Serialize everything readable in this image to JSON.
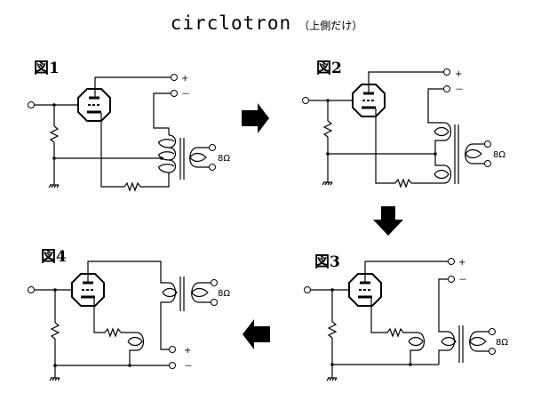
{
  "title": {
    "main": "circlotron",
    "sub": "（上側だけ）"
  },
  "figures": [
    {
      "label": "図1",
      "terminals": {
        "plus": "+",
        "minus": "－"
      },
      "load": "8Ω"
    },
    {
      "label": "図2",
      "terminals": {
        "plus": "+",
        "minus": "－"
      },
      "load": "8Ω"
    },
    {
      "label": "図3",
      "terminals": {
        "plus": "+",
        "minus": "－"
      },
      "load": "8Ω"
    },
    {
      "label": "図4",
      "terminals": {
        "plus": "+",
        "minus": "－"
      },
      "load": "8Ω"
    }
  ],
  "arrows": [
    {
      "from": "図1",
      "to": "図2",
      "direction": "right"
    },
    {
      "from": "図2",
      "to": "図3",
      "direction": "down"
    },
    {
      "from": "図3",
      "to": "図4",
      "direction": "left"
    }
  ]
}
